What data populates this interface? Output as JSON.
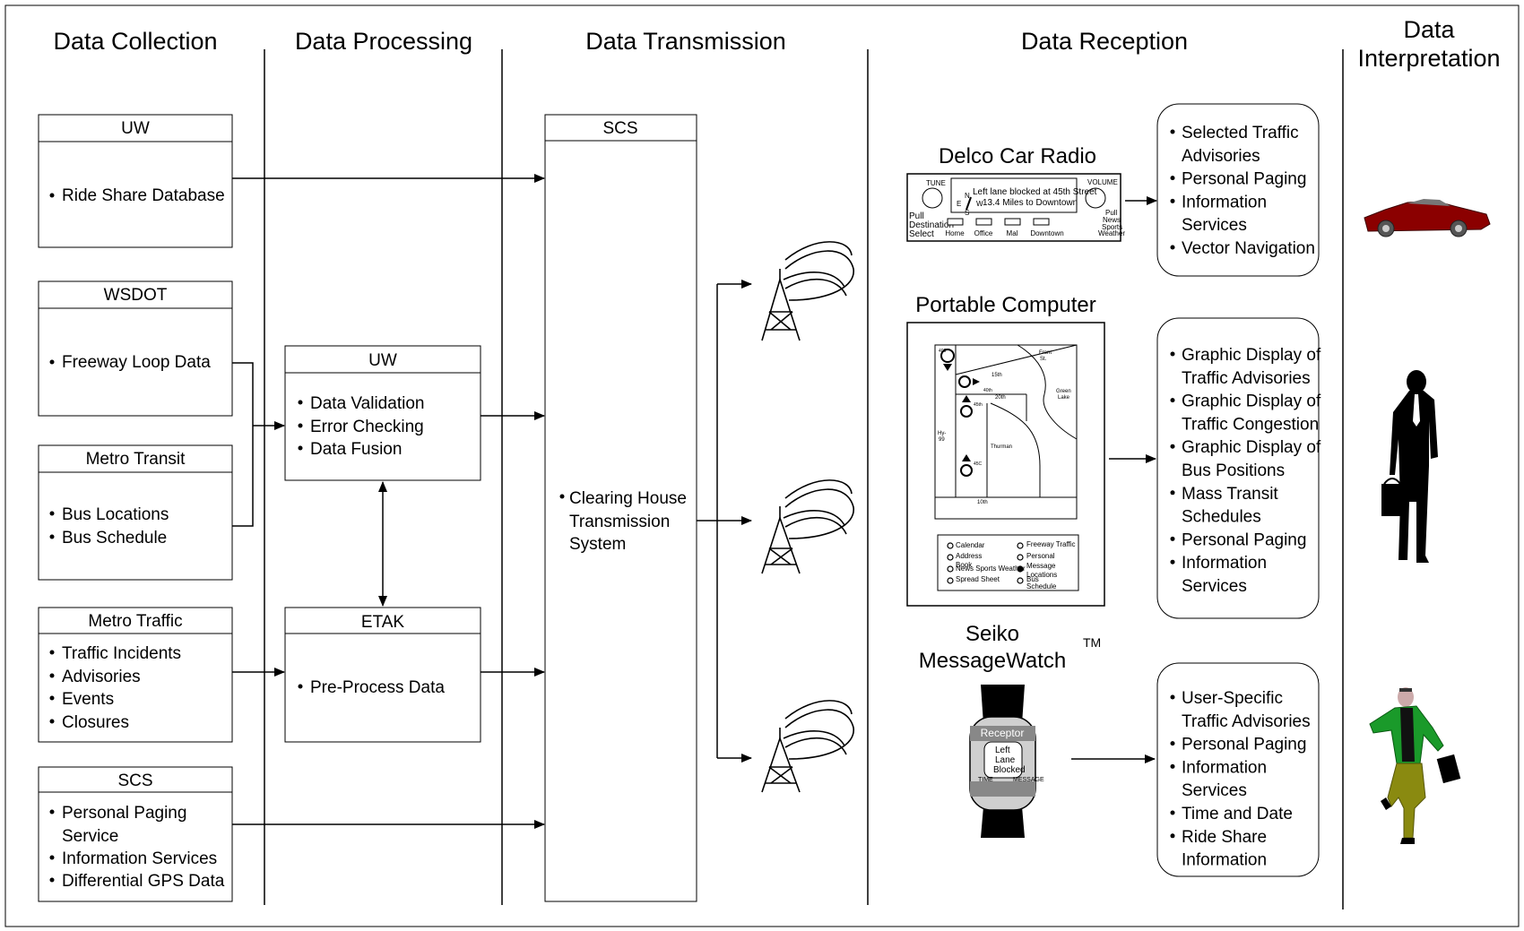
{
  "columns": {
    "collection": "Data Collection",
    "processing": "Data Processing",
    "transmission": "Data Transmission",
    "reception": "Data Reception",
    "interpretation_1": "Data",
    "interpretation_2": "Interpretation"
  },
  "collection_boxes": [
    {
      "title": "UW",
      "items": [
        "Ride Share Database"
      ]
    },
    {
      "title": "WSDOT",
      "items": [
        "Freeway Loop Data"
      ]
    },
    {
      "title": "Metro Transit",
      "items": [
        "Bus Locations",
        "Bus Schedule"
      ]
    },
    {
      "title": "Metro Traffic",
      "items": [
        "Traffic Incidents",
        "Advisories",
        "Events",
        "Closures"
      ]
    },
    {
      "title": "SCS",
      "items": [
        "Personal Paging",
        "Service",
        "Information Services",
        "Differential GPS Data"
      ]
    }
  ],
  "processing_boxes": [
    {
      "title": "UW",
      "items": [
        "Data Validation",
        "Error Checking",
        "Data Fusion"
      ]
    },
    {
      "title": "ETAK",
      "items": [
        "Pre-Process Data"
      ]
    }
  ],
  "transmission_box": {
    "title": "SCS",
    "lines": [
      "Clearing House",
      "Transmission",
      "System"
    ]
  },
  "devices": {
    "radio": {
      "title": "Delco Car Radio",
      "tune": "TUNE",
      "volume": "VOLUME",
      "screen_1": "Left lane blocked at 45th Street",
      "screen_2": "13.4 Miles to Downtown",
      "compass_n": "N",
      "compass_e": "E",
      "compass_w": "W",
      "compass_s": "S",
      "pull_left_1": "Pull",
      "pull_left_2": "Destination",
      "pull_left_3": "Select",
      "pull_right_1": "Pull",
      "pull_right_2": "News",
      "pull_right_3": "Sports",
      "pull_right_4": "Weather",
      "buttons": [
        "Home",
        "Office",
        "Mal",
        "Downtown"
      ]
    },
    "computer": {
      "title": "Portable Computer",
      "map_labels": {
        "front_st": "Front",
        "front_st2": "St.",
        "s15th": "15th",
        "s20th": "20th",
        "hwy": "Hy-",
        "hwy2": "99",
        "thurman": "Thurman",
        "green": "Green",
        "lake": "Lake",
        "s10th": "10th",
        "r405": "405",
        "r40th": "40th",
        "r45th": "45th",
        "r45c": "45C"
      },
      "menu_left": [
        "Calendar",
        "Address",
        "Book",
        "News Sports Weather",
        "Spread Sheet"
      ],
      "menu_right": [
        "Freeway Traffic",
        "Personal",
        "Message",
        "Locations",
        "Bus",
        "Schedule"
      ]
    },
    "watch": {
      "title_1": "Seiko",
      "title_2": "MessageWatch",
      "tm": "TM",
      "receptor": "Receptor",
      "screen": [
        "Left",
        "Lane",
        "Blocked"
      ],
      "btn_left": "TIME",
      "btn_right": "MESSAGE"
    }
  },
  "reception_boxes": [
    {
      "lines": [
        [
          "Selected Traffic",
          true
        ],
        [
          "Advisories",
          false
        ],
        [
          "Personal Paging",
          true
        ],
        [
          "Information",
          true
        ],
        [
          "Services",
          false
        ],
        [
          "Vector Navigation",
          true
        ]
      ]
    },
    {
      "lines": [
        [
          "Graphic Display of",
          true
        ],
        [
          "Traffic Advisories",
          false
        ],
        [
          "Graphic Display of",
          true
        ],
        [
          "Traffic Congestion",
          false
        ],
        [
          "Graphic Display of",
          true
        ],
        [
          "Bus Positions",
          false
        ],
        [
          "Mass Transit",
          true
        ],
        [
          "Schedules",
          false
        ],
        [
          "Personal Paging",
          true
        ],
        [
          "Information",
          true
        ],
        [
          "Services",
          false
        ]
      ]
    },
    {
      "lines": [
        [
          "User-Specific",
          true
        ],
        [
          "Traffic Advisories",
          false
        ],
        [
          "Personal Paging",
          true
        ],
        [
          "Information",
          true
        ],
        [
          "Services",
          false
        ],
        [
          "Time and Date",
          true
        ],
        [
          "Ride Share",
          true
        ],
        [
          "Information",
          false
        ]
      ]
    }
  ],
  "icons": [
    "car-icon",
    "businessman-icon",
    "walking-man-icon",
    "radio-tower-icon"
  ],
  "colors": {
    "car": "#8b0000",
    "jacket": "#1a9a2a",
    "pants": "#8a8a10"
  }
}
